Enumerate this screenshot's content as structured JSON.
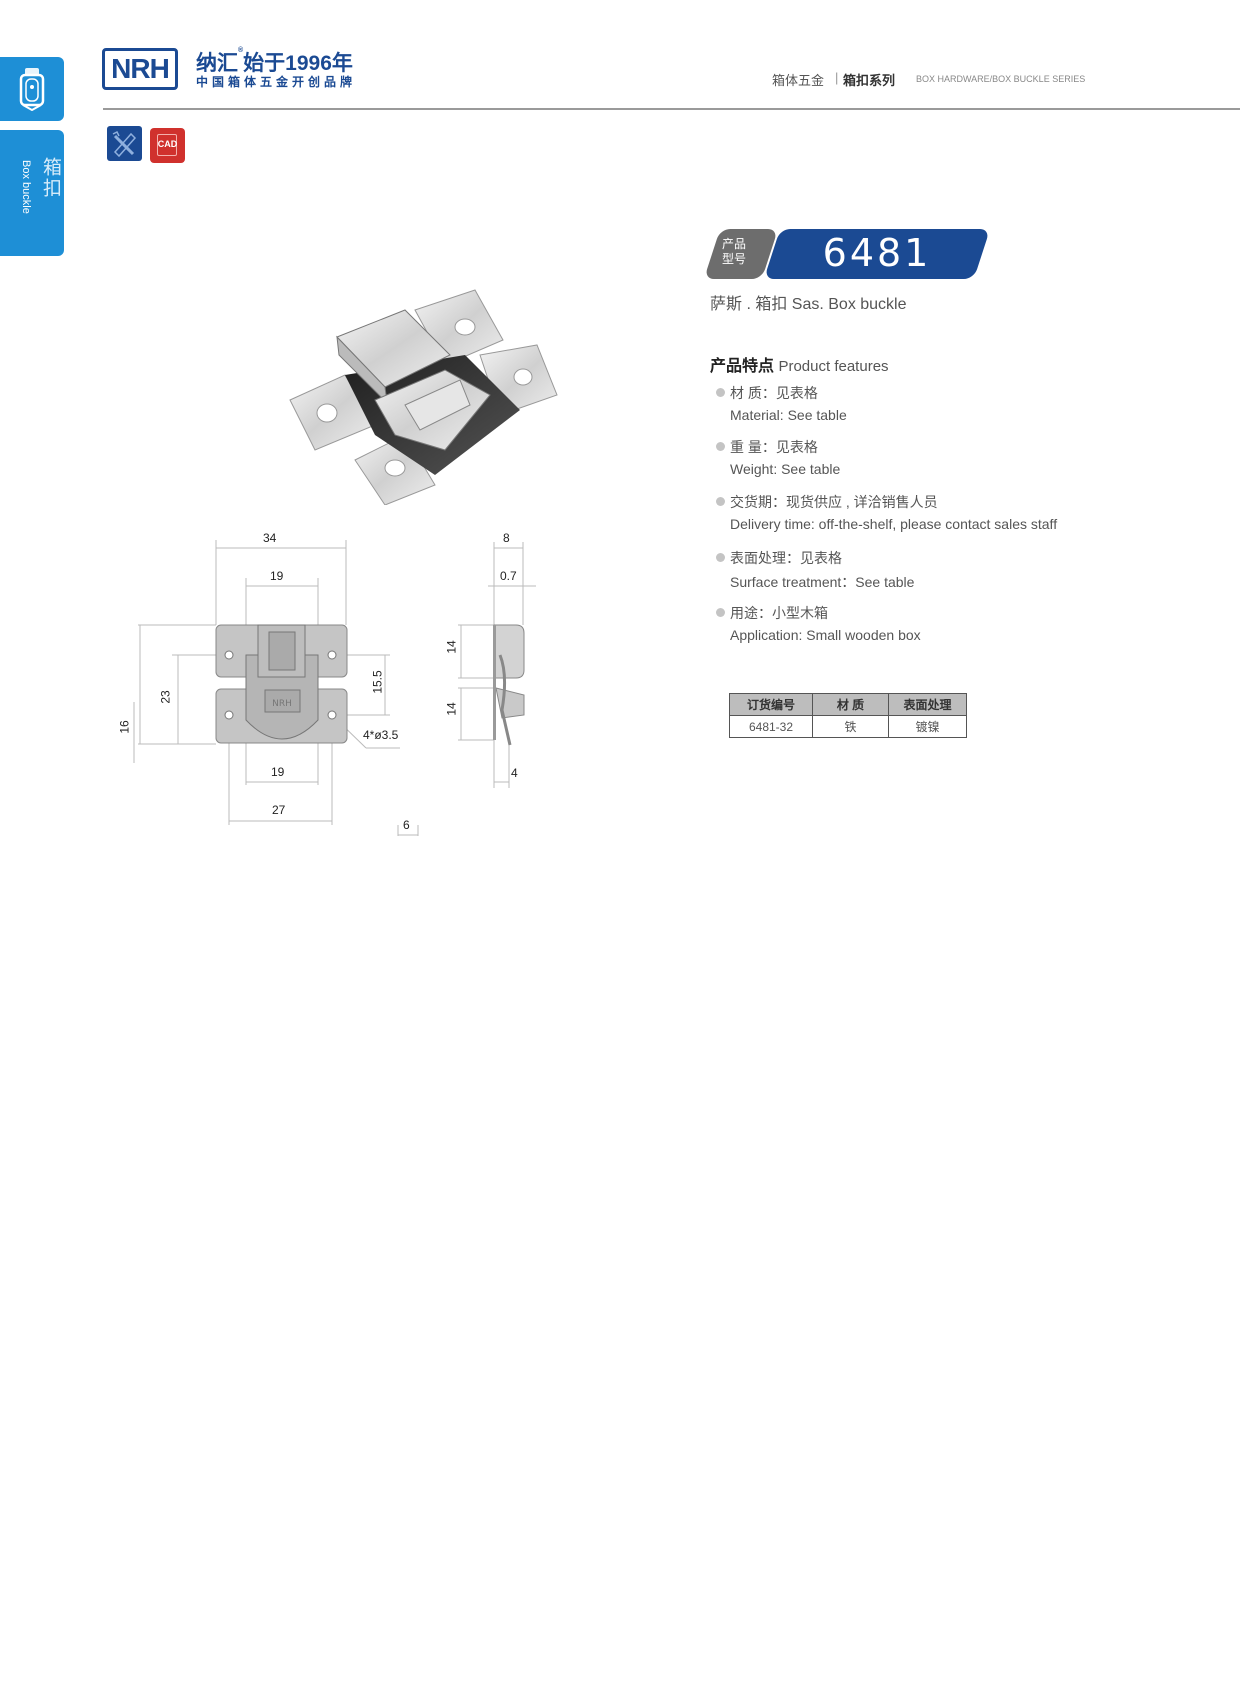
{
  "sidebar": {
    "tabs": [
      {
        "icon": "product-icon"
      },
      {
        "label_cn": "箱扣",
        "label_en": "Box buckle"
      }
    ]
  },
  "header": {
    "logo": "NRH",
    "brand_cn": "纳汇",
    "brand_slogan": "始于1996年",
    "brand_tagline": "中国箱体五金开创品牌",
    "breadcrumb": {
      "category": "箱体五金",
      "separator": "|",
      "series": "箱扣系列",
      "en": "BOX HARDWARE/BOX BUCKLE SERIES"
    }
  },
  "toolbar": {
    "icons": [
      {
        "name": "design-icon"
      },
      {
        "name": "cad-icon",
        "label": "CAD"
      }
    ]
  },
  "product": {
    "model_label": "产品\n型号",
    "model_label_l1": "产品",
    "model_label_l2": "型号",
    "model_number": "6481",
    "subtitle": "萨斯 . 箱扣   Sas. Box buckle",
    "features_title_cn": "产品特点",
    "features_title_en": "Product features",
    "features": [
      {
        "cn": "材  质：见表格",
        "en": "Material: See table"
      },
      {
        "cn": "重  量：见表格",
        "en": " Weight: See table"
      },
      {
        "cn": "交货期：现货供应 , 详洽销售人员",
        "en": "Delivery time: off-the-shelf, please contact sales staff"
      },
      {
        "cn": "表面处理：见表格",
        "en": "Surface treatment：See table"
      },
      {
        "cn": "用途：小型木箱",
        "en": "Application: Small wooden box"
      }
    ]
  },
  "spec_table": {
    "headers": [
      "订货编号",
      "材  质",
      "表面处理"
    ],
    "rows": [
      [
        "6481-32",
        "铁",
        "镀镍"
      ]
    ]
  },
  "drawing": {
    "front": {
      "width_overall": "34",
      "width_inner_top": "19",
      "width_inner_bottom": "19",
      "hole_spacing": "27",
      "height_23": "23",
      "height_16": "16",
      "height_15_5": "15.5",
      "holes": "4*ø3.5",
      "offset_6": "6"
    },
    "side": {
      "depth": "8",
      "thickness": "0.7",
      "upper_height": "14",
      "lower_height": "14",
      "hook_offset": "4"
    }
  },
  "colors": {
    "brand_blue": "#1b4a93",
    "tab_blue": "#1e8fd6",
    "cad_red": "#d0312d",
    "badge_grey": "#6d6d6d"
  }
}
